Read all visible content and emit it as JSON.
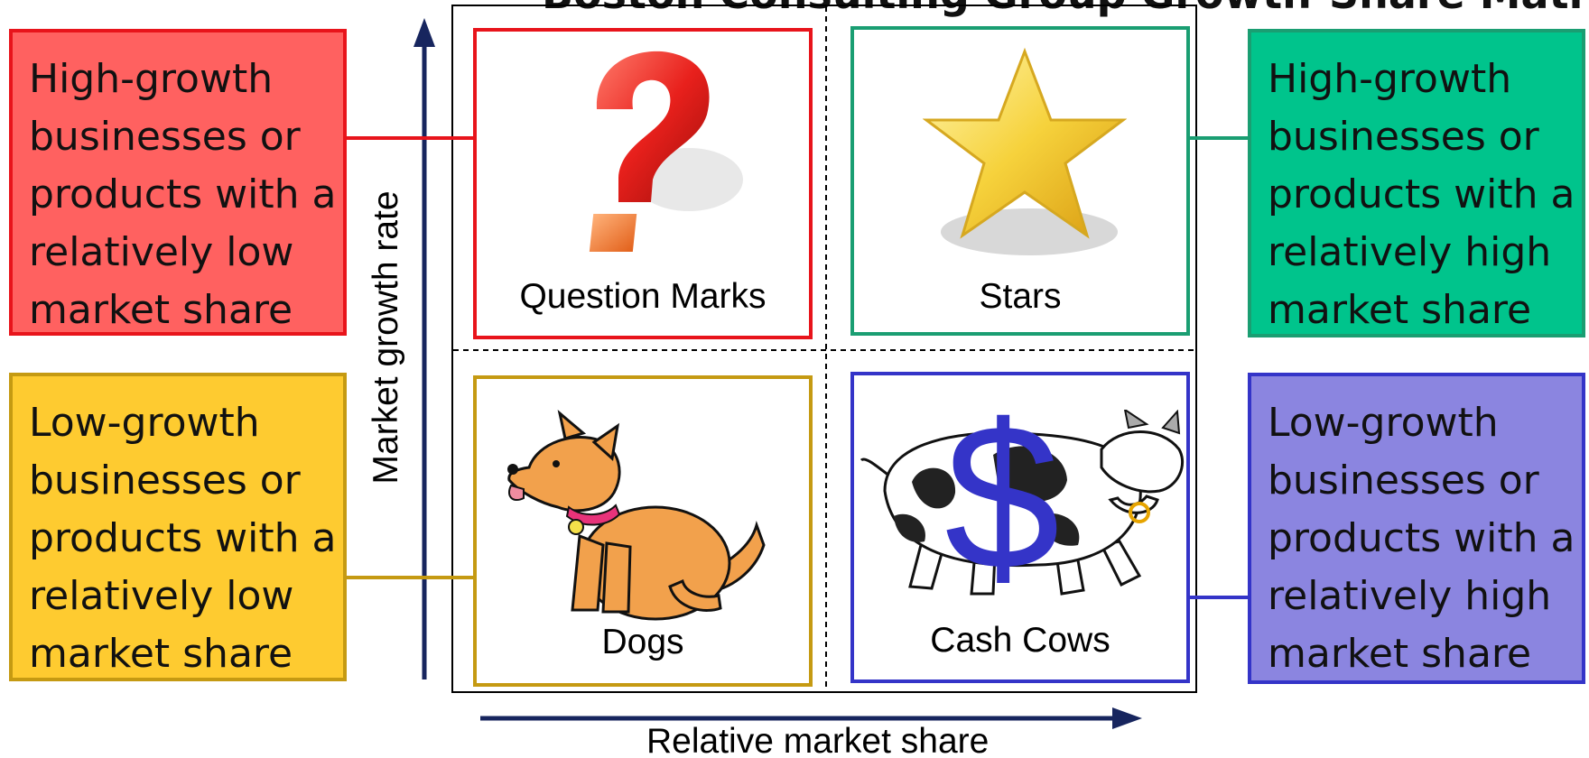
{
  "title": "Boston Consulting Group Growth-Share Matrix",
  "axes": {
    "y_label": "Market growth rate",
    "x_label": "Relative market share"
  },
  "quadrants": {
    "question_marks": {
      "label": "Question Marks",
      "color": "#e8141b",
      "icon": "question-mark-icon"
    },
    "stars": {
      "label": "Stars",
      "color": "#1a9e72",
      "icon": "star-icon"
    },
    "dogs": {
      "label": "Dogs",
      "color": "#c59a12",
      "icon": "dog-icon"
    },
    "cash_cows": {
      "label": "Cash Cows",
      "color": "#3434c8",
      "icon": "cow-dollar-icon"
    }
  },
  "callouts": {
    "top_left": {
      "lines": [
        "High-growth",
        "businesses or",
        "products with a",
        "relatively low",
        "market share"
      ],
      "fill": "#ff6160",
      "border": "#e8141b"
    },
    "top_right": {
      "lines": [
        "High-growth",
        "businesses or",
        "products with a",
        "relatively high",
        "market share"
      ],
      "fill": "#00c48c",
      "border": "#1a9e72"
    },
    "bottom_left": {
      "lines": [
        "Low-growth",
        "businesses or",
        "products with a",
        "relatively low",
        "market share"
      ],
      "fill": "#fecb30",
      "border": "#c59a12"
    },
    "bottom_right": {
      "lines": [
        "Low-growth",
        "businesses or",
        "products with a",
        "relatively high",
        "market share"
      ],
      "fill": "#8b85e0",
      "border": "#3434c8"
    }
  },
  "colors": {
    "axis": "#17255e"
  }
}
